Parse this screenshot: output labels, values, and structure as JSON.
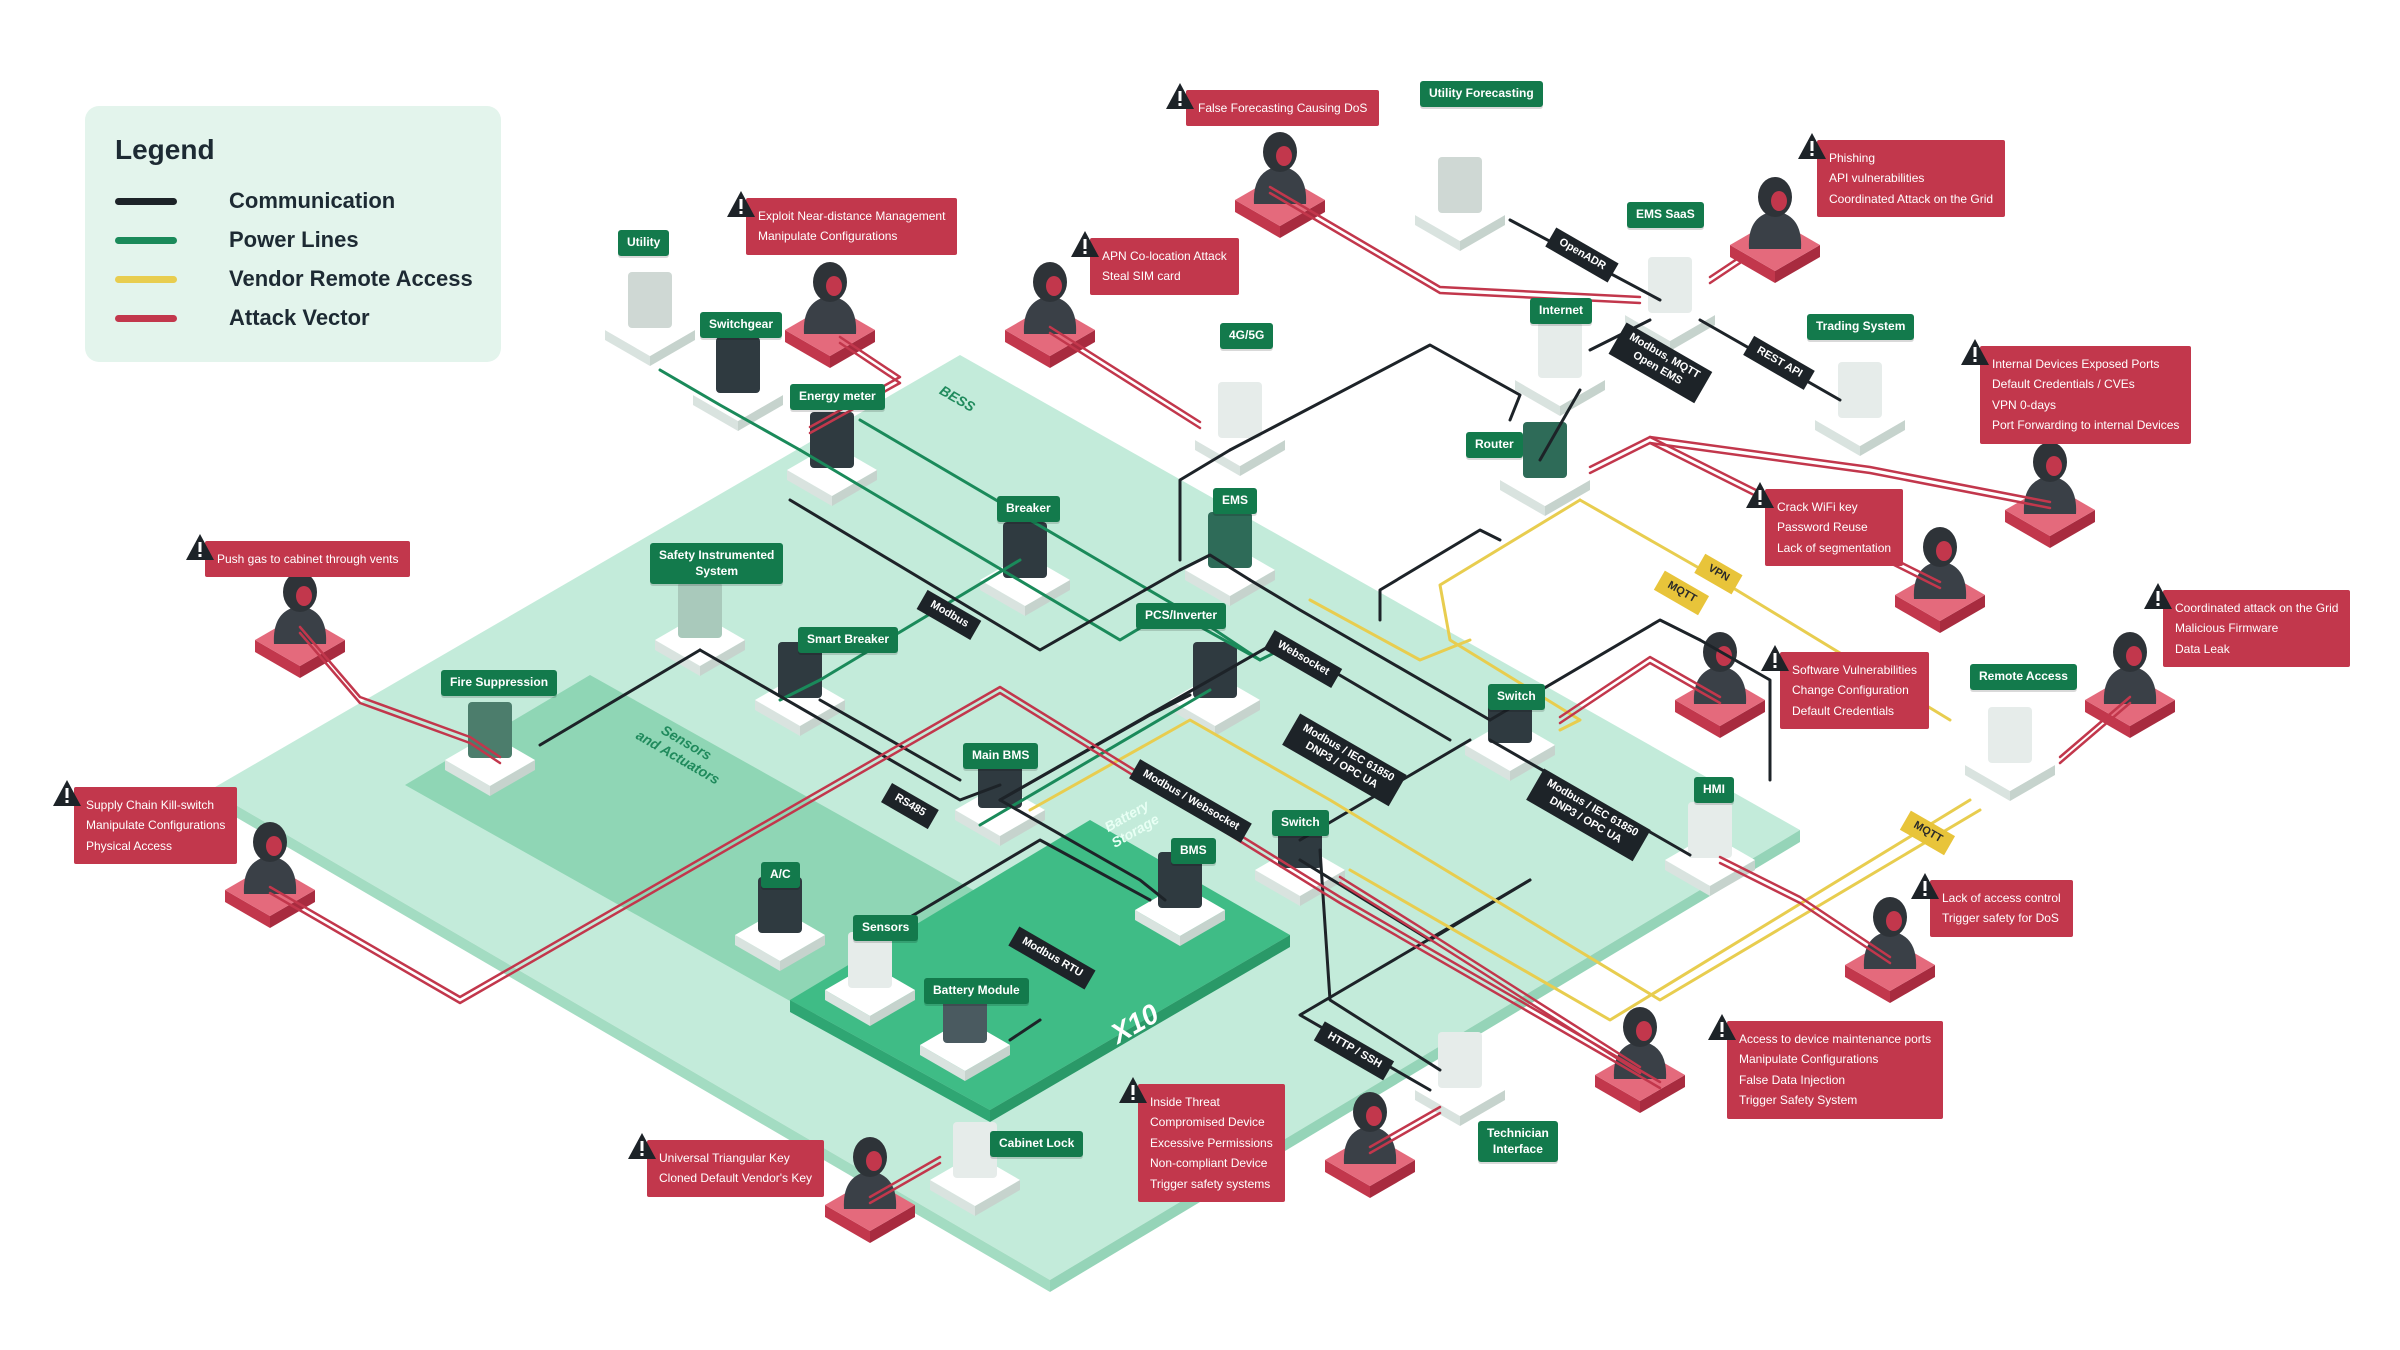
{
  "legend": {
    "title": "Legend",
    "items": [
      {
        "label": "Communication",
        "color": "#1d2328"
      },
      {
        "label": "Power Lines",
        "color": "#1a8a5a"
      },
      {
        "label": "Vendor Remote Access",
        "color": "#e8cd4f"
      },
      {
        "label": "Attack Vector",
        "color": "#c2374c"
      }
    ]
  },
  "zones": {
    "bess": "BESS",
    "sensors": "Sensors\nand Actuators",
    "battery": "Battery\nStorage",
    "multiplier": "X10"
  },
  "nodes": {
    "utility": "Utility",
    "switchgear": "Switchgear",
    "energy_meter": "Energy meter",
    "breaker": "Breaker",
    "safety_system": "Safety Instrumented\nSystem",
    "smart_breaker": "Smart Breaker",
    "fire_suppression": "Fire Suppression",
    "main_bms": "Main BMS",
    "ac": "A/C",
    "sensors": "Sensors",
    "bms": "BMS",
    "battery_module": "Battery Module",
    "cabinet_lock": "Cabinet Lock",
    "cell": "4G/5G",
    "ems": "EMS",
    "pcs": "PCS/Inverter",
    "switch_top": "Switch",
    "switch_mid": "Switch",
    "hmi": "HMI",
    "router": "Router",
    "internet": "Internet",
    "utility_forecasting": "Utility Forecasting",
    "ems_saas": "EMS SaaS",
    "trading": "Trading System",
    "remote_access": "Remote Access",
    "technician": "Technician\nInterface"
  },
  "edges": {
    "modbus": "Modbus",
    "websocket": "Websocket",
    "rs485": "RS485",
    "modbus_iec_1": "Modbus / IEC 61850\nDNP3 / OPC UA",
    "modbus_iec_2": "Modbus / IEC 61850\nDNP3 / OPC UA",
    "modbus_websocket": "Modbus / Websocket",
    "modbus_rtu": "Modbus RTU",
    "http_ssh": "HTTP / SSH",
    "openadr": "OpenADR",
    "modbus_mqtt": "Modbus, MQTT\nOpen EMS",
    "rest_api": "REST API",
    "vpn": "VPN",
    "mqtt_1": "MQTT",
    "mqtt_2": "MQTT"
  },
  "attacks": {
    "false_forecasting": [
      "False Forecasting Causing DoS"
    ],
    "exploit": [
      "Exploit Near-distance Management",
      "Manipulate Configurations"
    ],
    "apn": [
      "APN Co-location Attack",
      "Steal SIM card"
    ],
    "phishing": [
      "Phishing",
      "API vulnerabilities",
      "Coordinated Attack on the Grid"
    ],
    "internal_devices": [
      "Internal Devices Exposed Ports",
      "Default Credentials / CVEs",
      "VPN 0-days",
      "Port Forwarding to internal Devices"
    ],
    "crack_wifi": [
      "Crack WiFi key",
      "Password Reuse",
      "Lack of segmentation"
    ],
    "coordinated": [
      "Coordinated attack on the Grid",
      "Malicious Firmware",
      "Data Leak"
    ],
    "software_vuln": [
      "Software Vulnerabilities",
      "Change Configuration",
      "Default Credentials"
    ],
    "push_gas": [
      "Push gas to cabinet through vents"
    ],
    "supply_chain": [
      "Supply Chain Kill-switch",
      "Manipulate Configurations",
      "Physical Access"
    ],
    "lack_access": [
      "Lack of access control",
      "Trigger safety for DoS"
    ],
    "maintenance_ports": [
      "Access to device maintenance ports",
      "Manipulate Configurations",
      "False Data Injection",
      "Trigger Safety System"
    ],
    "inside_threat": [
      "Inside Threat",
      "Compromised Device",
      "Excessive Permissions",
      "Non-compliant Device",
      "Trigger safety systems"
    ],
    "triangular_key": [
      "Universal Triangular Key",
      "Cloned Default Vendor's Key"
    ]
  }
}
